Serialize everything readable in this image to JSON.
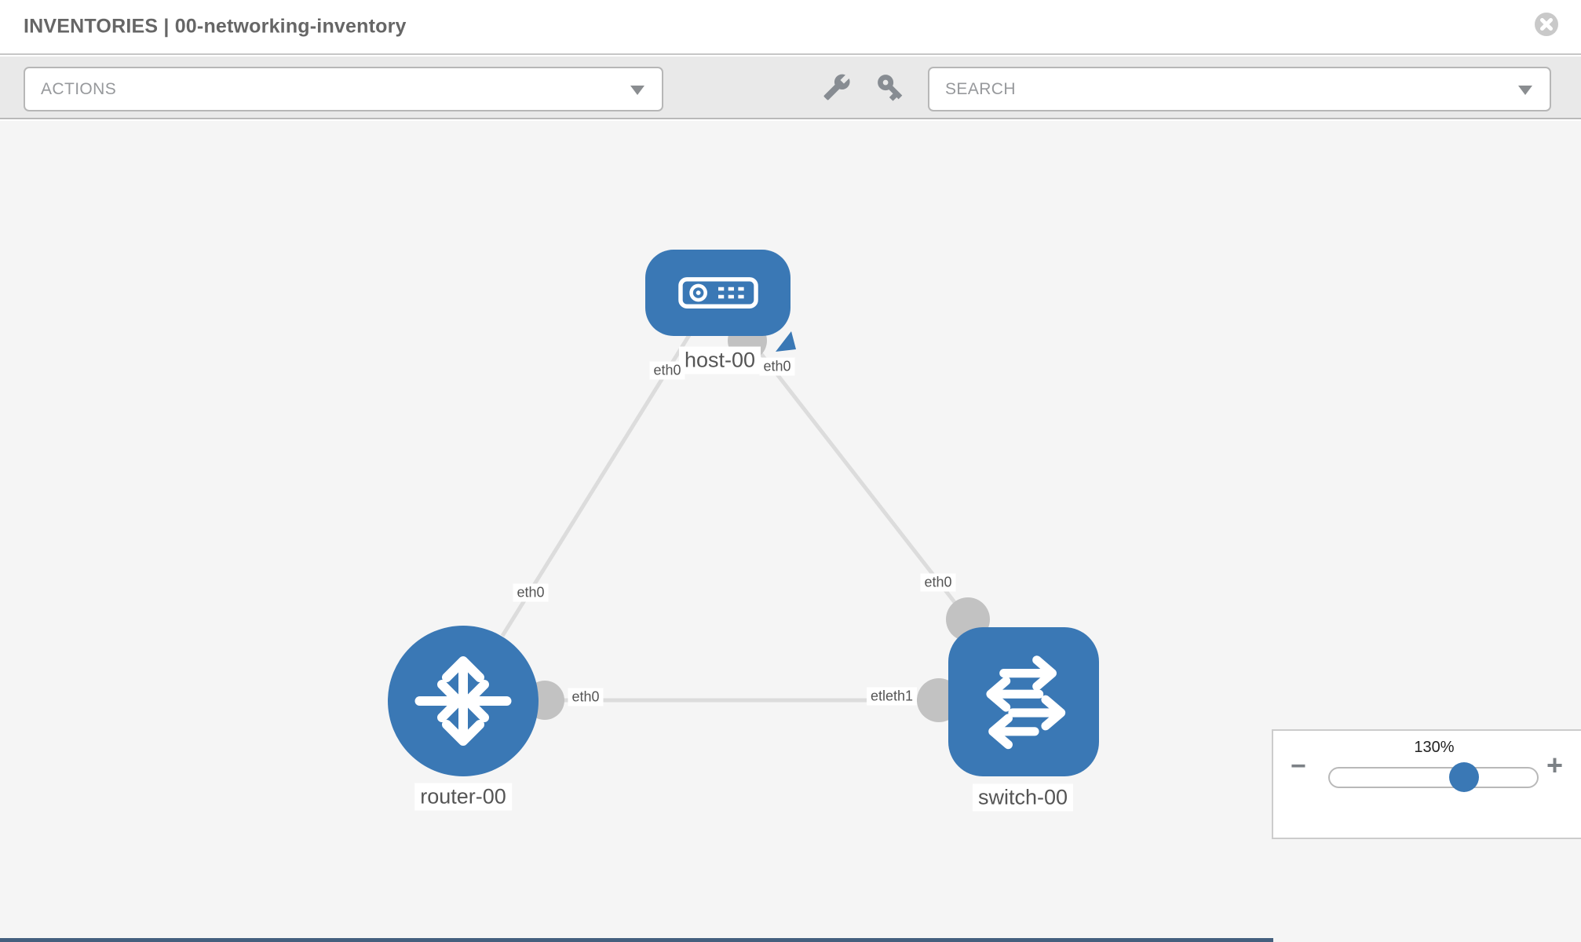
{
  "header": {
    "title": "INVENTORIES | 00-networking-inventory"
  },
  "toolbar": {
    "actions_placeholder": "ACTIONS",
    "search_placeholder": "SEARCH",
    "icons": [
      "wrench-icon",
      "key-icon"
    ]
  },
  "topology": {
    "nodes": [
      {
        "label": "host-00",
        "type": "host"
      },
      {
        "label": "router-00",
        "type": "router"
      },
      {
        "label": "switch-00",
        "type": "switch"
      }
    ],
    "links": [
      {
        "from": "host-00",
        "to": "router-00",
        "labels": [
          "eth0",
          "eth0"
        ]
      },
      {
        "from": "host-00",
        "to": "switch-00",
        "labels": [
          "eth0",
          "eth0"
        ]
      },
      {
        "from": "router-00",
        "to": "switch-00",
        "labels": [
          "eth0",
          "etleth1"
        ]
      }
    ],
    "interface_labels": {
      "host_left": "eth0",
      "host_right": "eth0",
      "router_link": "eth0",
      "switch_link": "eth0",
      "router_port": "eth0",
      "switch_port": "etleth1"
    }
  },
  "zoom_control": {
    "value": "130%",
    "minus_label": "−",
    "plus_label": "+"
  },
  "colors": {
    "node_blue": "#3a78b5",
    "connector_gray": "#c2c2c2",
    "link_gray": "#dcdcdc",
    "toolbar_gray": "#e9e9e9",
    "canvas_gray": "#f5f5f5"
  }
}
